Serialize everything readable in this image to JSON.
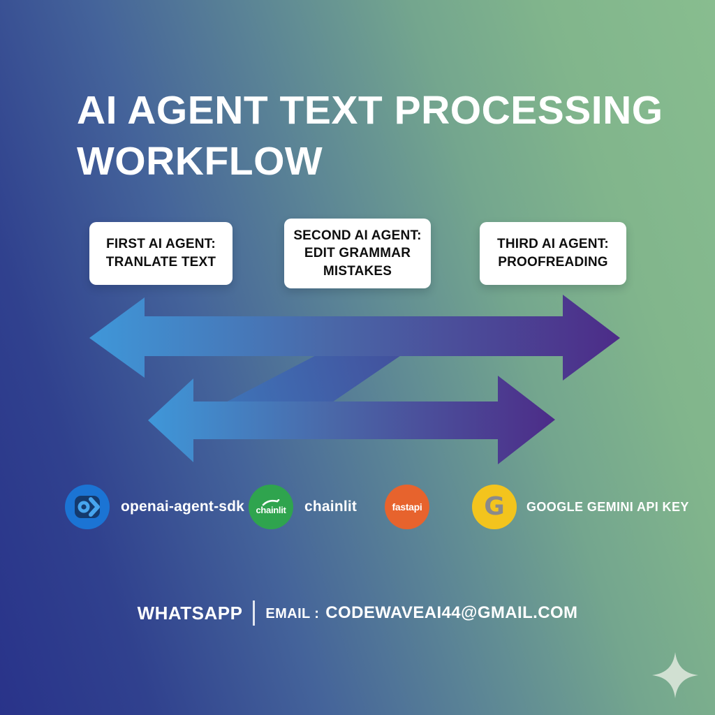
{
  "title": {
    "line1": "AI AGENT TEXT PROCESSING",
    "line2": "WORKFLOW"
  },
  "cards": [
    {
      "heading": "FIRST AI AGENT:",
      "task": "TRANLATE TEXT"
    },
    {
      "heading": "SECOND AI AGENT:",
      "task": "EDIT GRAMMAR MISTAKES"
    },
    {
      "heading": "THIRD AI AGENT:",
      "task": "PROOFREADING"
    }
  ],
  "tools": [
    {
      "name": "openai-agent-sdk",
      "label": "openai-agent-sdk",
      "icon": "openai-agents-sdk-logo"
    },
    {
      "name": "chainlit",
      "label": "chainlit",
      "icon": "chainlit-logo",
      "icon_text": "chainlit"
    },
    {
      "name": "fastapi",
      "label": "",
      "icon": "fastapi-logo",
      "icon_text": "fastapi"
    },
    {
      "name": "google-gemini",
      "label": "GOOGLE GEMINI API KEY",
      "icon": "google-g-logo",
      "icon_text": "G"
    }
  ],
  "footer": {
    "whatsapp": "WHATSAPP",
    "email_label": "EMAIL :",
    "email_value": "CODEWAVEAI44@GMAIL.COM"
  },
  "icons": {
    "openai": "openai-agents-sdk-logo",
    "chainlit": "chainlit-logo",
    "fastapi": "fastapi-logo",
    "google": "google-g-logo",
    "sparkle": "four-point-sparkle"
  },
  "colors": {
    "arrow-blue": "#3f97d9",
    "arrow-mid": "#4a68a8",
    "arrow-purple": "#4c2c88",
    "diag-start": "#3e74b8",
    "diag-end": "#43509c",
    "openai-blue": "#1b74d4",
    "chainlit-green": "#2fa44e",
    "fastapi-orange": "#e7632d",
    "google-yellow": "#f3c41d",
    "card-bg": "#ffffff",
    "card-text": "#0e0e0e",
    "ink": "#ffffff"
  }
}
